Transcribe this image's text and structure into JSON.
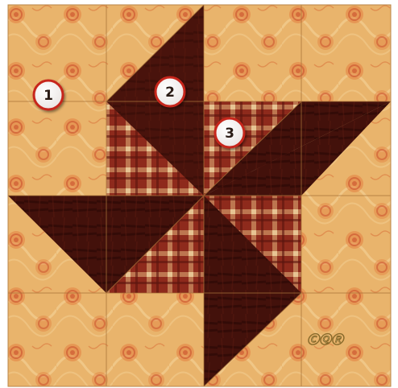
{
  "quilt_block": {
    "colors": {
      "background_fabric": "#e8b46a",
      "background_light": "#f1c98a",
      "floral_orange": "#e07a3a",
      "floral_red": "#c8502b",
      "pinwheel_dark": "#4a130c",
      "pinwheel_darker": "#2e0906",
      "plaid_red": "#8e2a1c",
      "plaid_light": "#d9a36a",
      "seam": "#b07a40",
      "badge_fill": "#ffffff",
      "badge_ring": "#c7261b"
    },
    "markers": [
      {
        "label": "1"
      },
      {
        "label": "2"
      },
      {
        "label": "3"
      }
    ],
    "watermark": "ⒸⓆⓇ"
  }
}
